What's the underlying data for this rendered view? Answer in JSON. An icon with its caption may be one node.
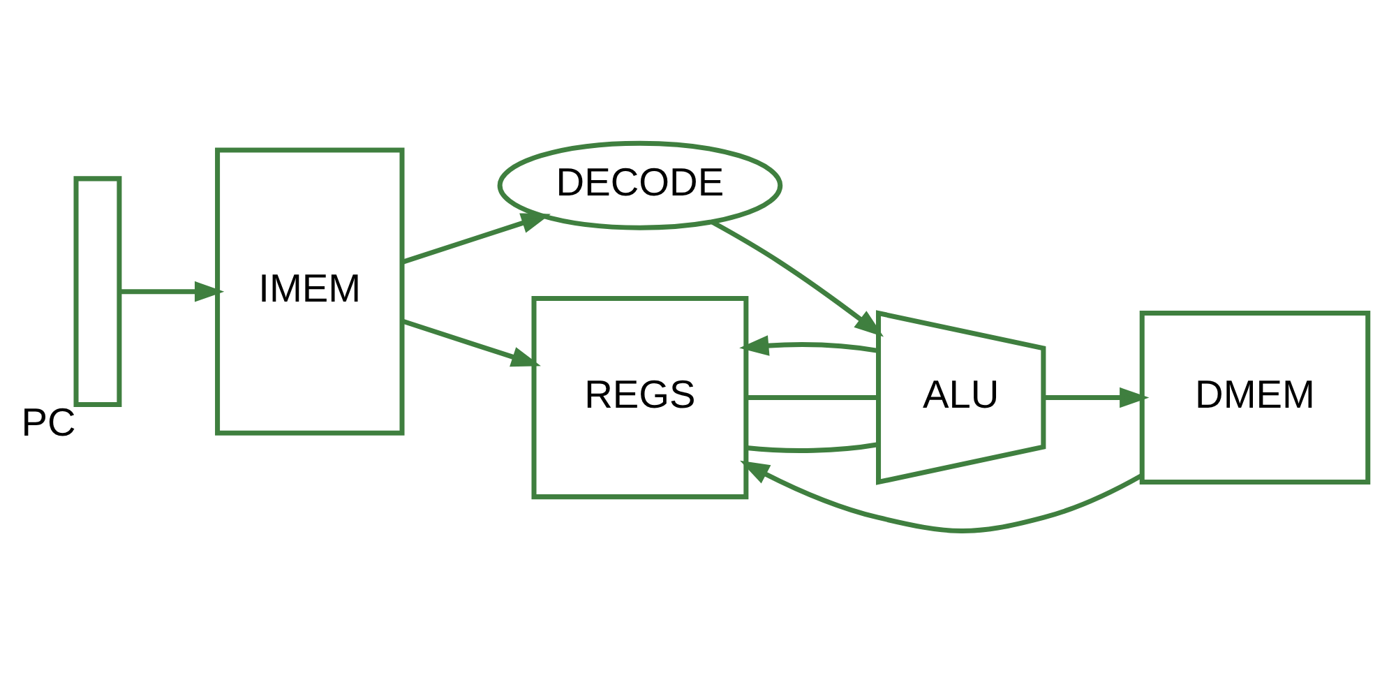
{
  "diagram": {
    "nodes": [
      {
        "text": [
          "PC"
        ]
      },
      {
        "text": [
          "IMEM"
        ]
      },
      {
        "text": [
          "DECODE"
        ]
      },
      {
        "text": [
          "REGS"
        ]
      },
      {
        "text": [
          "ALU"
        ]
      },
      {
        "text": [
          "DMEM"
        ]
      }
    ],
    "edges": [
      {
        "from": 0,
        "to": 1,
        "arrow": "to"
      },
      {
        "from": 1,
        "to": 3,
        "arrow": "to"
      },
      {
        "from": 1,
        "to": 2,
        "arrow": "to"
      },
      {
        "from": 2,
        "to": 4,
        "arrow": "to"
      },
      {
        "from": 3,
        "to": 4,
        "arrow": "none"
      },
      {
        "from": 3,
        "to": 4,
        "arrow": "none"
      },
      {
        "from": 4,
        "to": 5,
        "arrow": "to"
      },
      {
        "from": 4,
        "to": 3,
        "arrow": "to"
      },
      {
        "from": 5,
        "to": 3,
        "arrow": "to"
      }
    ]
  }
}
